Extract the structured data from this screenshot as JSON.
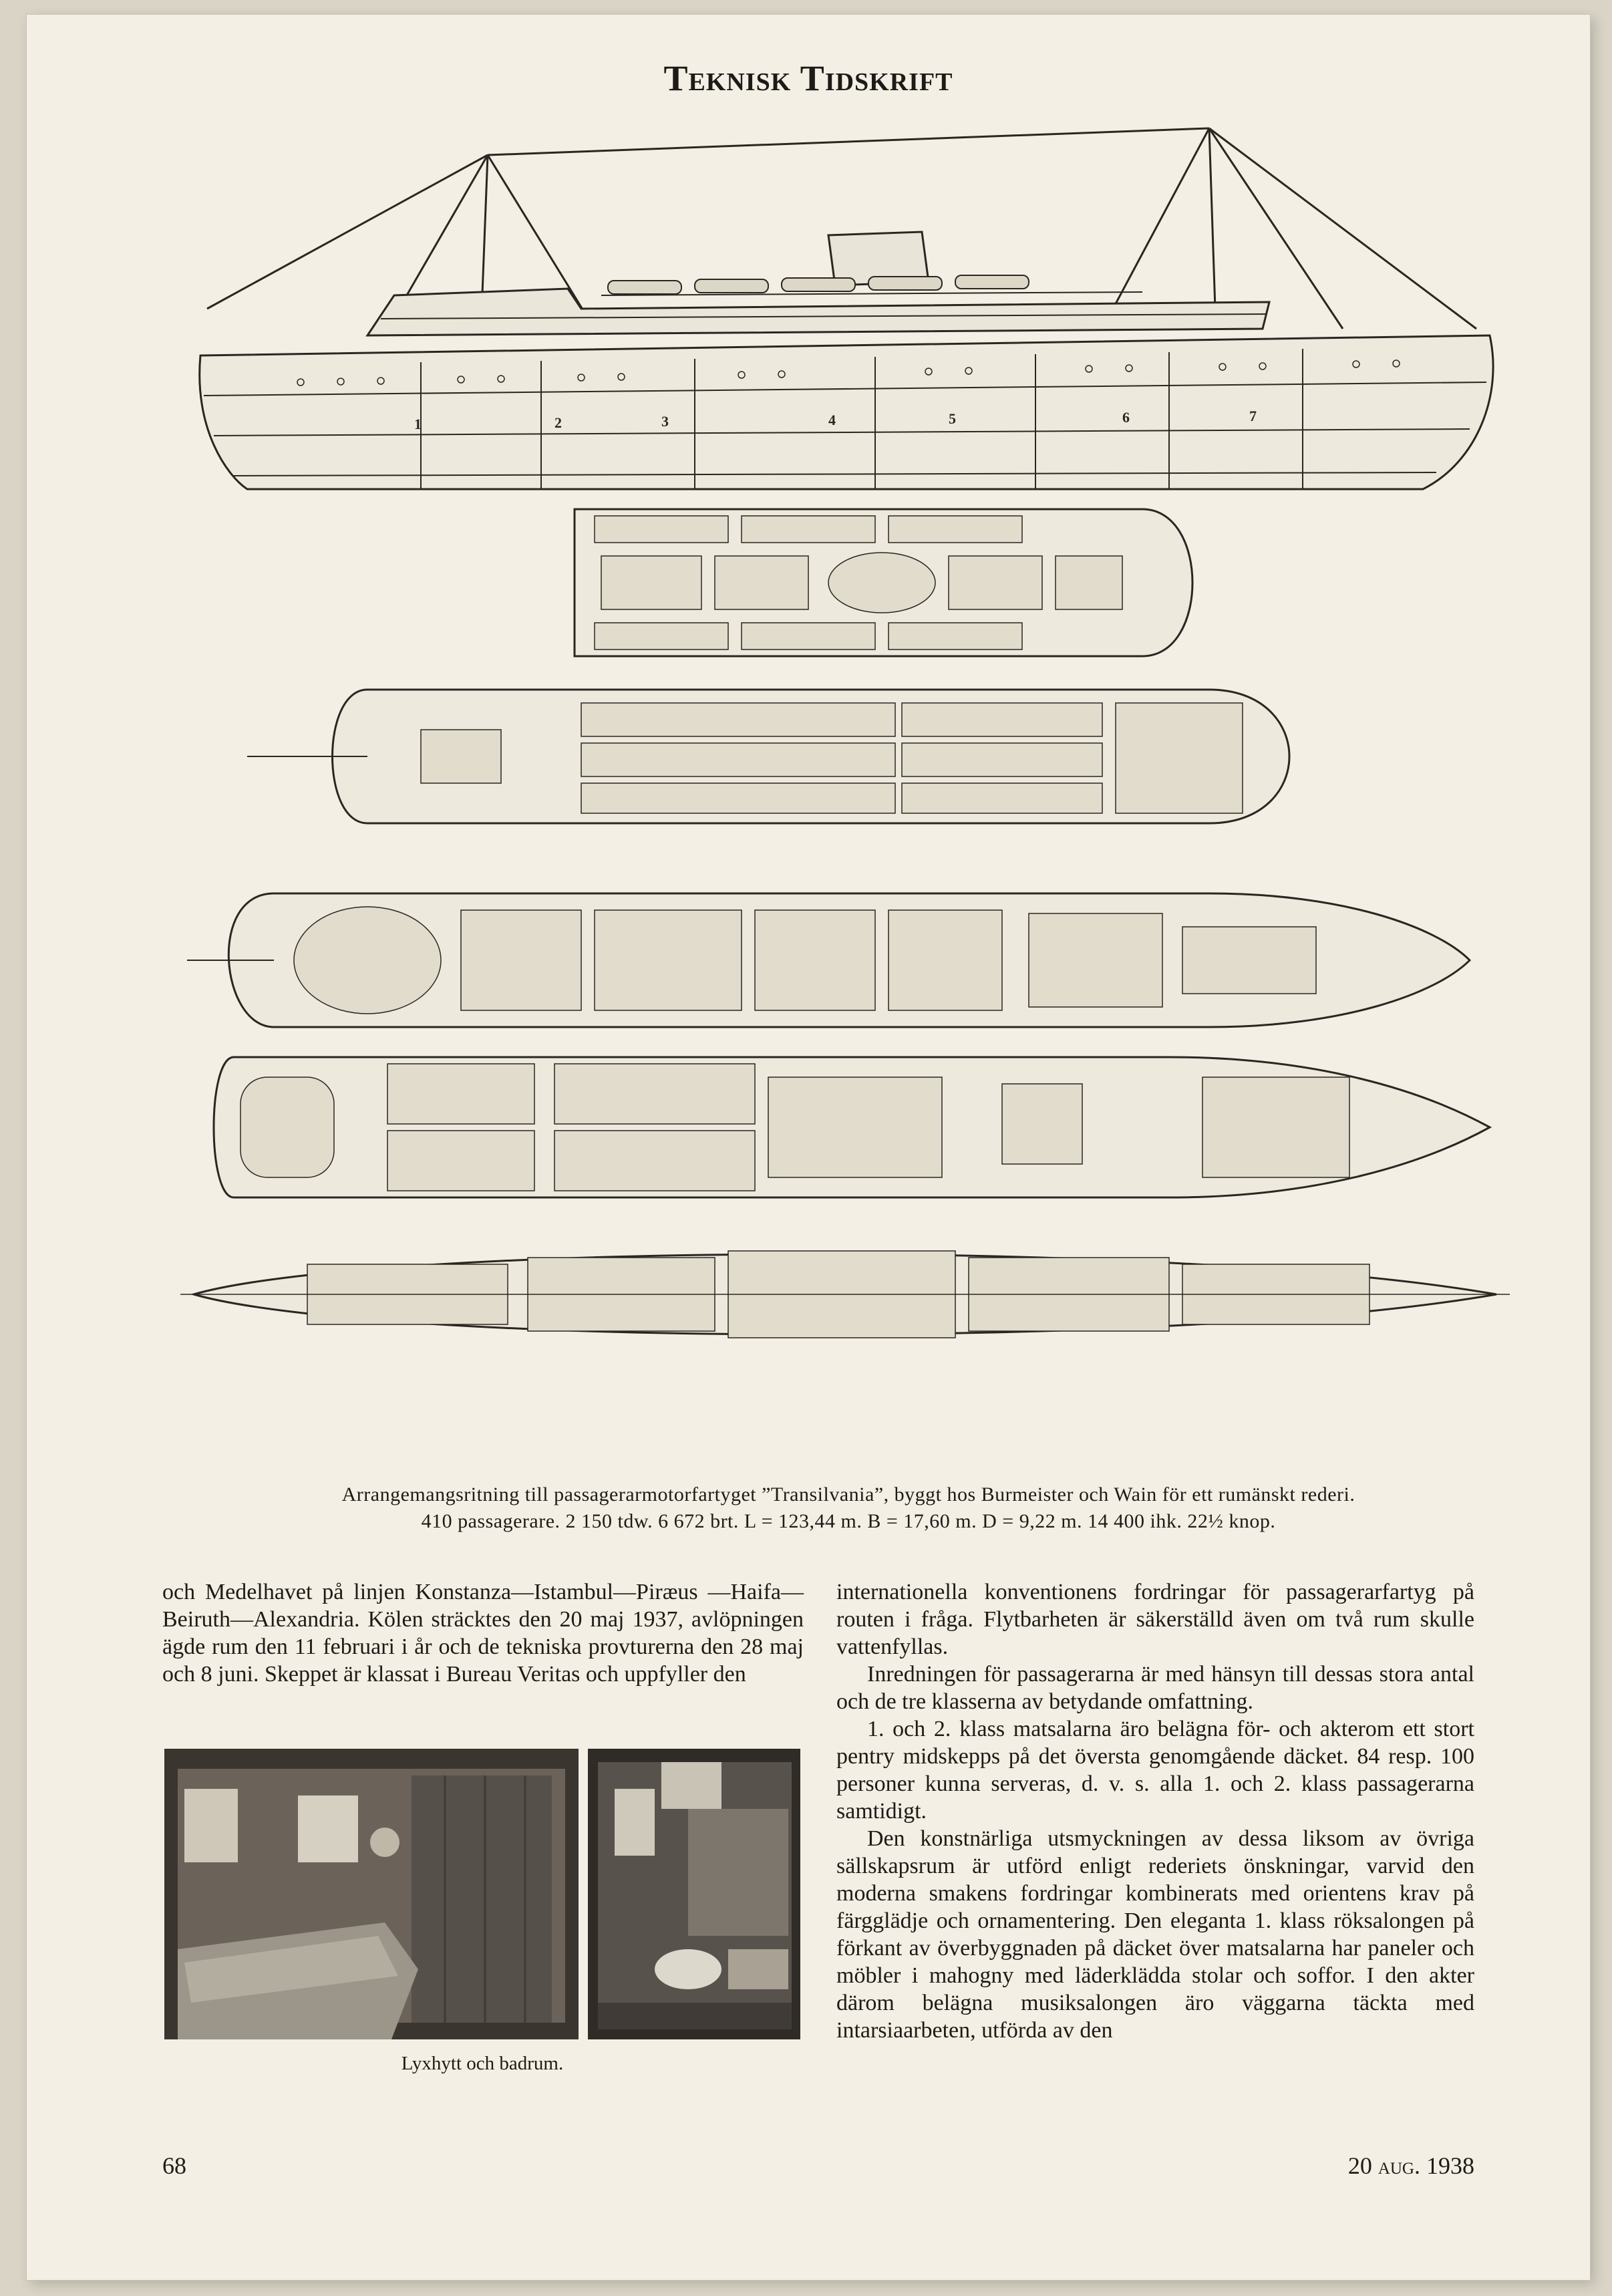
{
  "masthead": "Teknisk Tidskrift",
  "drawing_labels": {
    "hold_numbers": [
      "1",
      "2",
      "3",
      "4",
      "5",
      "6",
      "7"
    ]
  },
  "figure_caption": {
    "line1": "Arrangemangsritning till passagerarmotorfartyget ”Transilvania”, byggt hos Burmeister och Wain för ett rumänskt rederi.",
    "line2": "410 passagerare.   2 150 tdw.   6 672 brt.   L = 123,44 m.   B = 17,60 m.   D = 9,22 m.   14 400 ihk.   22½ knop."
  },
  "left_column": {
    "paragraph1": "och Medelhavet på linjen Konstanza—Istambul—Piræus —Haifa—Beiruth—Alexandria. Kölen sträcktes den 20 maj 1937, avlöpningen ägde rum den 11 februari i år och de tekniska provturerna den 28 maj och 8 juni. Skeppet är klassat i Bureau Veritas och uppfyller den"
  },
  "photo_caption": "Lyxhytt och badrum.",
  "right_column": {
    "paragraph1": "internationella konventionens fordringar för passagerarfartyg på routen i fråga. Flytbarheten är säkerställd även om två rum skulle vattenfyllas.",
    "paragraph2": "Inredningen för passagerarna är med hänsyn till dessas stora antal och de tre klasserna av betydande omfattning.",
    "paragraph3": "1. och 2. klass matsalarna äro belägna för- och akterom ett stort pentry midskepps på det översta genomgående däcket. 84 resp. 100 personer kunna serveras, d. v. s. alla 1. och 2. klass passagerarna samtidigt.",
    "paragraph4": "Den konstnärliga utsmyckningen av dessa liksom av övriga sällskapsrum är utförd enligt rederiets önskningar, varvid den moderna smakens fordringar kombinerats med orientens krav på färgglädje och ornamentering. Den eleganta 1. klass röksalongen på förkant av överbyggnaden på däcket över matsalarna har paneler och möbler i mahogny med läderklädda stolar och soffor. I den akter därom belägna musiksalongen äro väggarna täckta med intarsiaarbeten, utförda av den"
  },
  "footer": {
    "page_number": "68",
    "date": "20 aug. 1938"
  }
}
